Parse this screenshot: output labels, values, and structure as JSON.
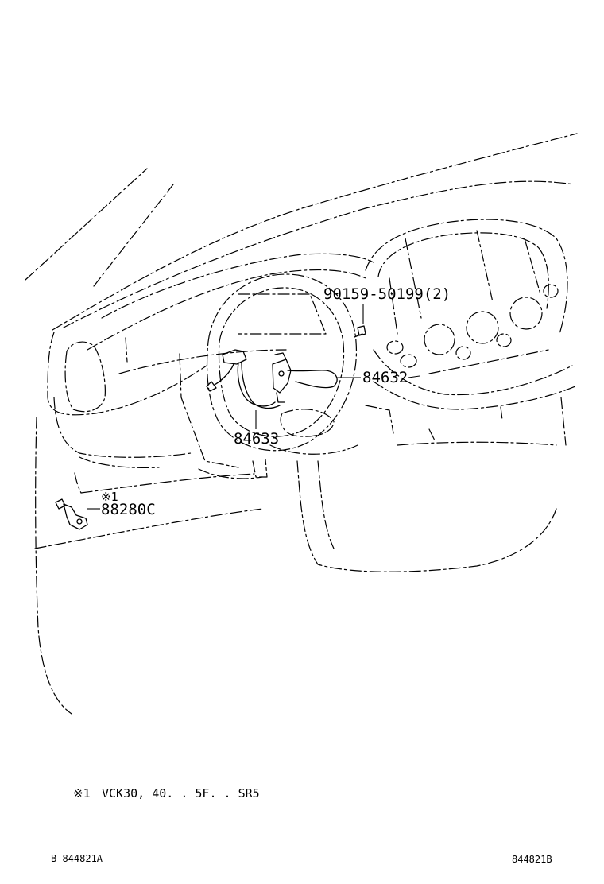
{
  "callouts": {
    "bolt": "90159-50199(2)",
    "switch": "84632",
    "harness": "84633",
    "sensor_mark": "※1",
    "sensor": "88280C"
  },
  "footnote": {
    "mark": "※1",
    "text": "VCK30, 40. . 5F. . SR5"
  },
  "footer": {
    "left_code": "B-844821A",
    "right_code": "844821B"
  }
}
